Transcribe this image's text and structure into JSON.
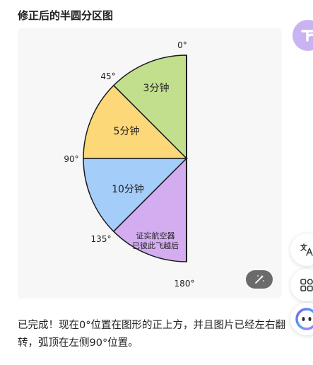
{
  "header": {
    "title": "修正后的半圆分区图"
  },
  "diagram": {
    "angle_labels": [
      "0°",
      "45°",
      "90°",
      "135°",
      "180°"
    ],
    "sections": [
      {
        "label": "3分钟",
        "color": "#c2df8e"
      },
      {
        "label": "5分钟",
        "color": "#fdd878"
      },
      {
        "label": "10分钟",
        "color": "#a4cdfa"
      },
      {
        "label_line1": "证实航空器",
        "label_line2": "已彼此飞越后",
        "color": "#d3adf0"
      }
    ]
  },
  "message": {
    "text": "已完成！现在0°位置在图形的正上方，并且图片已经左右翻转，弧顶在左侧90°位置。"
  },
  "icons": {
    "app_avatar": "app-logo-icon",
    "magic_edit": "magic-wand-icon",
    "translate": "translate-icon",
    "apps": "apps-grid-icon",
    "assistant": "assistant-face-icon"
  }
}
